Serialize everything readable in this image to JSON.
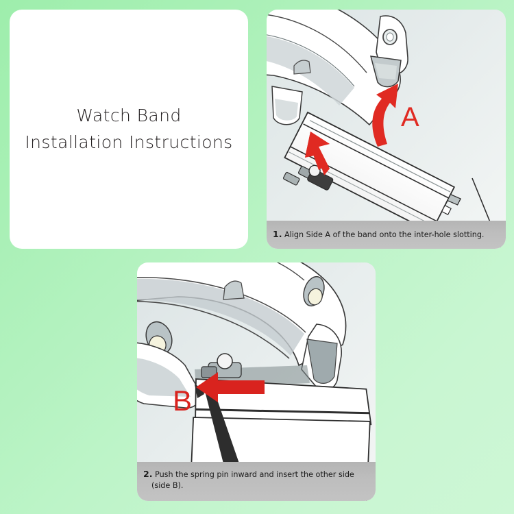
{
  "background": {
    "color_start": "#9eeeac",
    "color_end": "#cdf7d5"
  },
  "title_card": {
    "line1": "Watch Band",
    "line2": "Installation Instructions"
  },
  "steps": [
    {
      "number": "1.",
      "text": "Align Side A of the band onto the inter-hole slotting.",
      "text_line2": "",
      "marker_label": "A",
      "marker_color": "#e02a22",
      "panel_bg": "#e3eaea"
    },
    {
      "number": "2.",
      "text": "Push the spring pin inward and insert the other side",
      "text_line2": "(side B).",
      "marker_label": "B",
      "marker_color": "#d9231e",
      "panel_bg": "#e3eaea"
    }
  ],
  "illustration": {
    "watch_body_fill": "#ffffff",
    "watch_shade_fill": "#c9d0d2",
    "watch_dark_fill": "#9aa5a8",
    "outline": "#2b2b2b",
    "band_fill": "#ffffff",
    "pin_fill": "#3c3c3c",
    "arrow_color": "#e02a22",
    "arrow_up_name": "straight-up-arrow",
    "arrow_curve_name": "curved-up-arrow",
    "arrow_left_name": "left-arrow"
  }
}
